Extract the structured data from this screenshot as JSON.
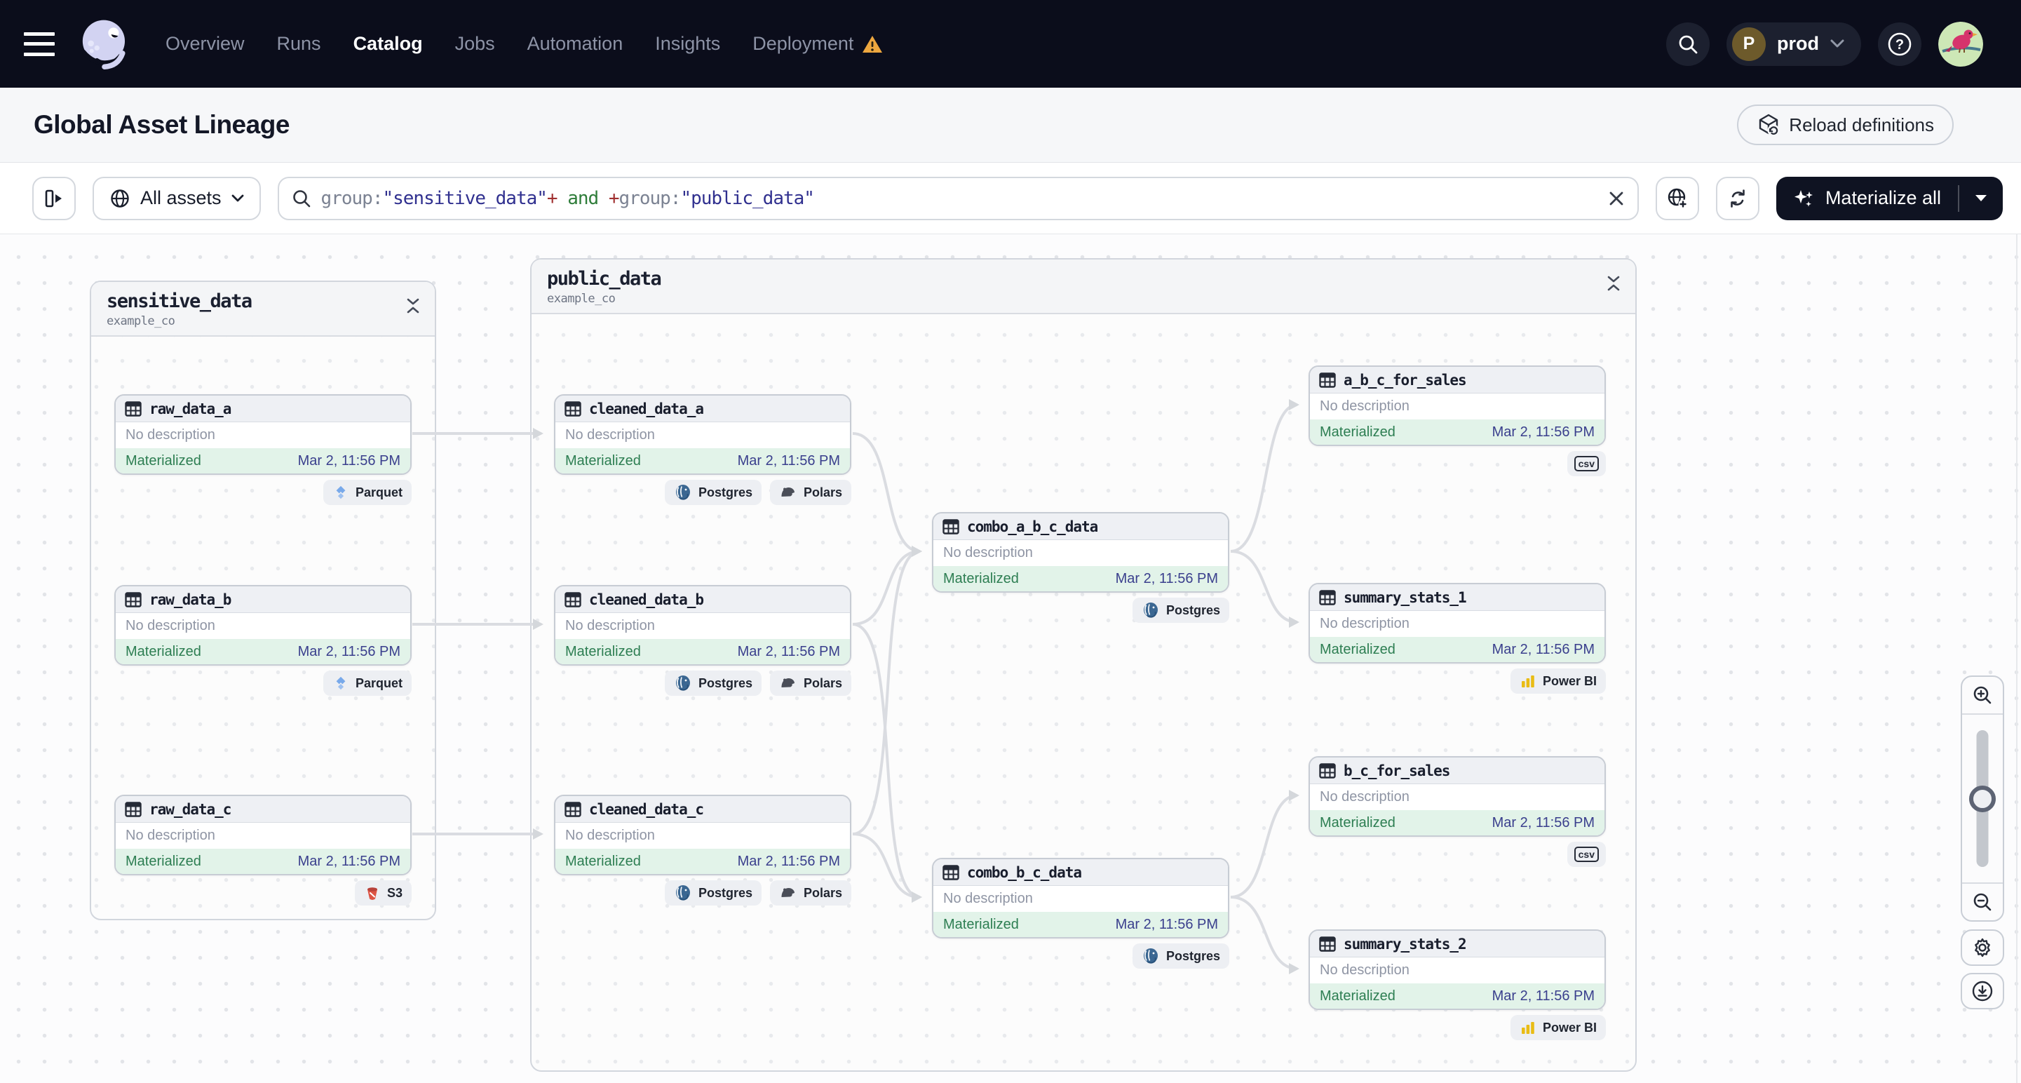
{
  "nav": {
    "items": [
      "Overview",
      "Runs",
      "Catalog",
      "Jobs",
      "Automation",
      "Insights",
      "Deployment"
    ],
    "active_item": "Catalog",
    "environment": {
      "initial": "P",
      "name": "prod"
    }
  },
  "header": {
    "title": "Global Asset Lineage",
    "reload_button_label": "Reload definitions"
  },
  "toolbar": {
    "asset_filter_label": "All assets",
    "materialize_button_label": "Materialize all",
    "search": {
      "segments": [
        {
          "text": "group:",
          "color": "#7b8292"
        },
        {
          "text": "\"sensitive_data\"",
          "color": "#30308f"
        },
        {
          "text": "+",
          "color": "#a03030"
        },
        {
          "text": " and ",
          "color": "#2f7d3a"
        },
        {
          "text": "+",
          "color": "#a03030"
        },
        {
          "text": "group:",
          "color": "#7b8292"
        },
        {
          "text": "\"public_data\"",
          "color": "#30308f"
        }
      ]
    }
  },
  "graph": {
    "groups": [
      {
        "name": "sensitive_data",
        "repo": "example_co"
      },
      {
        "name": "public_data",
        "repo": "example_co"
      }
    ],
    "nodes": [
      {
        "name": "raw_data_a",
        "description": "No description",
        "status": "Materialized",
        "time": "Mar 2, 11:56 PM",
        "badges": [
          "Parquet"
        ]
      },
      {
        "name": "raw_data_b",
        "description": "No description",
        "status": "Materialized",
        "time": "Mar 2, 11:56 PM",
        "badges": [
          "Parquet"
        ]
      },
      {
        "name": "raw_data_c",
        "description": "No description",
        "status": "Materialized",
        "time": "Mar 2, 11:56 PM",
        "badges": [
          "S3"
        ]
      },
      {
        "name": "cleaned_data_a",
        "description": "No description",
        "status": "Materialized",
        "time": "Mar 2, 11:56 PM",
        "badges": [
          "Postgres",
          "Polars"
        ]
      },
      {
        "name": "cleaned_data_b",
        "description": "No description",
        "status": "Materialized",
        "time": "Mar 2, 11:56 PM",
        "badges": [
          "Postgres",
          "Polars"
        ]
      },
      {
        "name": "cleaned_data_c",
        "description": "No description",
        "status": "Materialized",
        "time": "Mar 2, 11:56 PM",
        "badges": [
          "Postgres",
          "Polars"
        ]
      },
      {
        "name": "combo_a_b_c_data",
        "description": "No description",
        "status": "Materialized",
        "time": "Mar 2, 11:56 PM",
        "badges": [
          "Postgres"
        ]
      },
      {
        "name": "combo_b_c_data",
        "description": "No description",
        "status": "Materialized",
        "time": "Mar 2, 11:56 PM",
        "badges": [
          "Postgres"
        ]
      },
      {
        "name": "a_b_c_for_sales",
        "description": "No description",
        "status": "Materialized",
        "time": "Mar 2, 11:56 PM",
        "badges": [
          "csv"
        ]
      },
      {
        "name": "summary_stats_1",
        "description": "No description",
        "status": "Materialized",
        "time": "Mar 2, 11:56 PM",
        "badges": [
          "Power BI"
        ]
      },
      {
        "name": "b_c_for_sales",
        "description": "No description",
        "status": "Materialized",
        "time": "Mar 2, 11:56 PM",
        "badges": [
          "csv"
        ]
      },
      {
        "name": "summary_stats_2",
        "description": "No description",
        "status": "Materialized",
        "time": "Mar 2, 11:56 PM",
        "badges": [
          "Power BI"
        ]
      }
    ]
  },
  "colors": {
    "nav_bg": "#0b0d1b",
    "accent_dark_button": "#0f1322",
    "status_green_bg": "#e2f3e9",
    "status_green_text": "#2d7e52",
    "timestamp_navy": "#3a3f8d",
    "edge_gray": "#dadce1",
    "warning_orange": "#eda73f"
  }
}
